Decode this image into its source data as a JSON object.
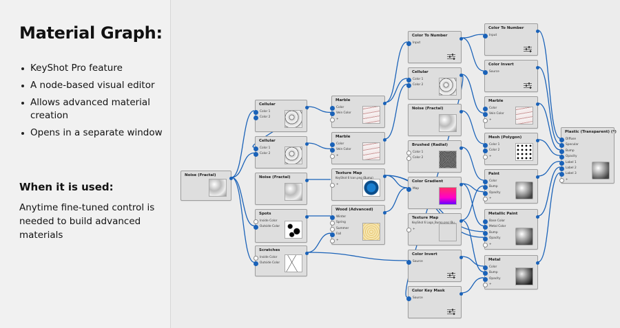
{
  "slide": {
    "title": "Material Graph:",
    "bullets": [
      "KeyShot Pro feature",
      "A node-based visual editor",
      "Allows advanced material creation",
      "Opens in a separate window"
    ],
    "when_heading": "When it is used:",
    "when_text": "Anytime fine-tuned control is needed to build advanced materials"
  },
  "colors": {
    "wire": "#1a62b8",
    "node_bg": "#dedede",
    "panel_bg": "#f1f1f1"
  },
  "graph": {
    "nodes": {
      "n1": {
        "title": "Noise (Fractal)",
        "ports": []
      },
      "n2": {
        "title": "Cellular",
        "ports": [
          "Color 1",
          "Color 2"
        ]
      },
      "n3": {
        "title": "Cellular",
        "ports": [
          "Color 1",
          "Color 2"
        ]
      },
      "n4": {
        "title": "Noise (Fractal)",
        "ports": []
      },
      "n5": {
        "title": "Spots",
        "ports": [
          "Inside Color",
          "Outside Color"
        ]
      },
      "n6": {
        "title": "Scratches",
        "ports": [
          "Inside Color",
          "Outside Color"
        ]
      },
      "n7": {
        "title": "Marble",
        "ports": [
          "Color",
          "Vein Color",
          "+"
        ]
      },
      "n8": {
        "title": "Marble",
        "ports": [
          "Color",
          "Vein Color",
          "+"
        ]
      },
      "n9": {
        "title": "Texture Map",
        "subtitle": "KeyShot 6 Icon.png (Bump)",
        "ports": [
          "+"
        ]
      },
      "n10": {
        "title": "Wood (Advanced)",
        "ports": [
          "Winter",
          "Spring",
          "Summer",
          "Fall",
          "+"
        ]
      },
      "n11": {
        "title": "Color To Number",
        "ports": [
          "Input"
        ]
      },
      "n12": {
        "title": "Cellular",
        "ports": [
          "Color 1",
          "Color 2"
        ]
      },
      "n13": {
        "title": "Noise (Fractal)",
        "ports": []
      },
      "n14": {
        "title": "Brushed (Radial)",
        "ports": [
          "Color 1",
          "Color 2"
        ]
      },
      "n15": {
        "title": "Color Gradient",
        "ports": [
          "Map"
        ]
      },
      "n16": {
        "title": "Texture Map",
        "subtitle": "KeyShot 6 Logo_Bump.png (Bu...",
        "ports": [
          "+"
        ]
      },
      "n17": {
        "title": "Color Invert",
        "ports": [
          "Source"
        ]
      },
      "n18": {
        "title": "Color Key Mask",
        "ports": [
          "Source"
        ]
      },
      "n19": {
        "title": "Color To Number",
        "ports": [
          "Input"
        ]
      },
      "n20": {
        "title": "Color Invert",
        "ports": [
          "Source"
        ]
      },
      "n21": {
        "title": "Marble",
        "ports": [
          "Color",
          "Vein Color",
          "+"
        ]
      },
      "n22": {
        "title": "Mesh (Polygon)",
        "ports": [
          "Color 1",
          "Color 2",
          "+"
        ]
      },
      "n23": {
        "title": "Paint",
        "ports": [
          "Color",
          "Bump",
          "Opacity",
          "+"
        ]
      },
      "n24": {
        "title": "Metallic Paint",
        "ports": [
          "Base Color",
          "Metal Color",
          "Bump",
          "Opacity",
          "+"
        ]
      },
      "n25": {
        "title": "Metal",
        "ports": [
          "Color",
          "Bump",
          "Opacity",
          "+"
        ]
      },
      "n26": {
        "title": "Plastic (Transparent) (*)",
        "ports": [
          "Diffuse",
          "Specular",
          "Bump",
          "Opacity",
          "Label 1",
          "Label 2",
          "Label 3",
          "+"
        ]
      }
    }
  }
}
